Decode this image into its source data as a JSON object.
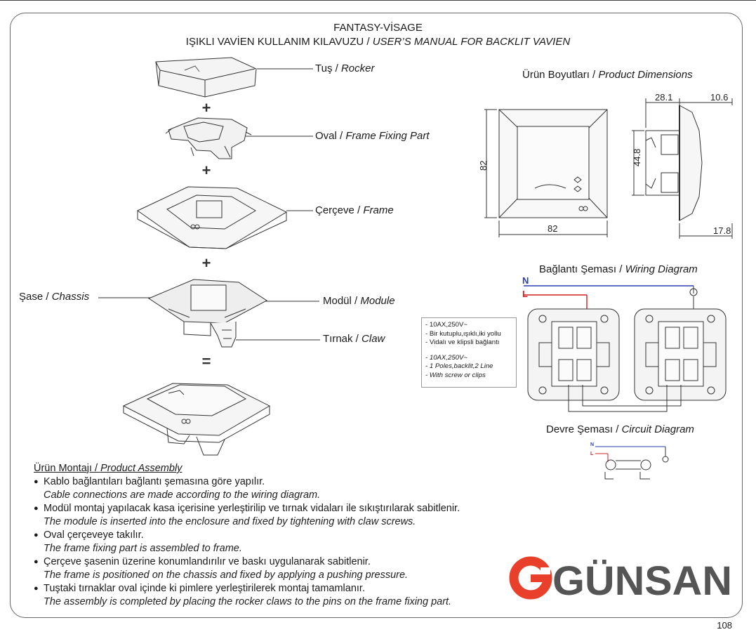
{
  "header": {
    "brand_line": "FANTASY-VİSAGE",
    "manual_tr": "IŞIKLI VAVİEN KULLANIM KILAVUZU",
    "manual_en": "USER’S MANUAL FOR BACKLIT VAVIEN"
  },
  "parts": {
    "rocker_tr": "Tuş",
    "rocker_en": "Rocker",
    "oval_tr": "Oval",
    "oval_en": "Frame Fixing Part",
    "frame_tr": "Çerçeve",
    "frame_en": "Frame",
    "chassis_tr": "Şase",
    "chassis_en": "Chassis",
    "module_tr": "Modül",
    "module_en": "Module",
    "claw_tr": "Tırnak",
    "claw_en": "Claw",
    "plus": "+",
    "equals": "="
  },
  "dimensions": {
    "title_tr": "Ürün Boyutları",
    "title_en": "Product Dimensions",
    "height": "82",
    "width": "82",
    "depth_a": "28.1",
    "depth_b": "10.6",
    "module_h": "44.8",
    "rocker_d": "17.8"
  },
  "wiring": {
    "title_tr": "Bağlantı Şeması",
    "title_en": "Wiring Diagram",
    "n_label": "N",
    "l_label": "L"
  },
  "spec": {
    "tr1": "- 10AX,250V~",
    "tr2": "- Bir kutuplu,ışıklı,iki yollu",
    "tr3": "- Vidalı ve klipsli bağlantı",
    "en1": "- 10AX,250V~",
    "en2": "- 1 Poles,backlit,2 Line",
    "en3": "- With screw or clips"
  },
  "circuit": {
    "title_tr": "Devre Şeması",
    "title_en": "Circuit Diagram",
    "n_label": "N",
    "l_label": "L"
  },
  "assembly": {
    "heading_tr": "Ürün Montajı",
    "heading_en": "Product Assembly",
    "steps": [
      {
        "tr": "Kablo bağlantıları bağlantı şemasına göre yapılır.",
        "en": "Cable connections are made according to the wiring diagram."
      },
      {
        "tr": "Modül montaj yapılacak kasa içerisine yerleştirilip ve tırnak vidaları ile sıkıştırılarak sabitlenir.",
        "en": "The module is inserted into the enclosure and fixed by tightening with claw screws."
      },
      {
        "tr": "Oval çerçeveye takılır.",
        "en": "The frame fixing part is assembled to frame."
      },
      {
        "tr": "Çerçeve şasenin üzerine konumlandırılır ve baskı uygulanarak sabitlenir.",
        "en": "The frame is positioned on the chassis and fixed by applying a pushing pressure."
      },
      {
        "tr": "Tuştaki tırnaklar oval içinde ki pimlere yerleştirilerek montaj tamamlanır.",
        "en": "The assembly is completed by placing the rocker claws to the pins on the frame fixing part."
      }
    ]
  },
  "brand": {
    "logo_text": "GÜNSAN",
    "logo_color": "#e8402a",
    "text_color": "#555555"
  },
  "page_number": "108"
}
